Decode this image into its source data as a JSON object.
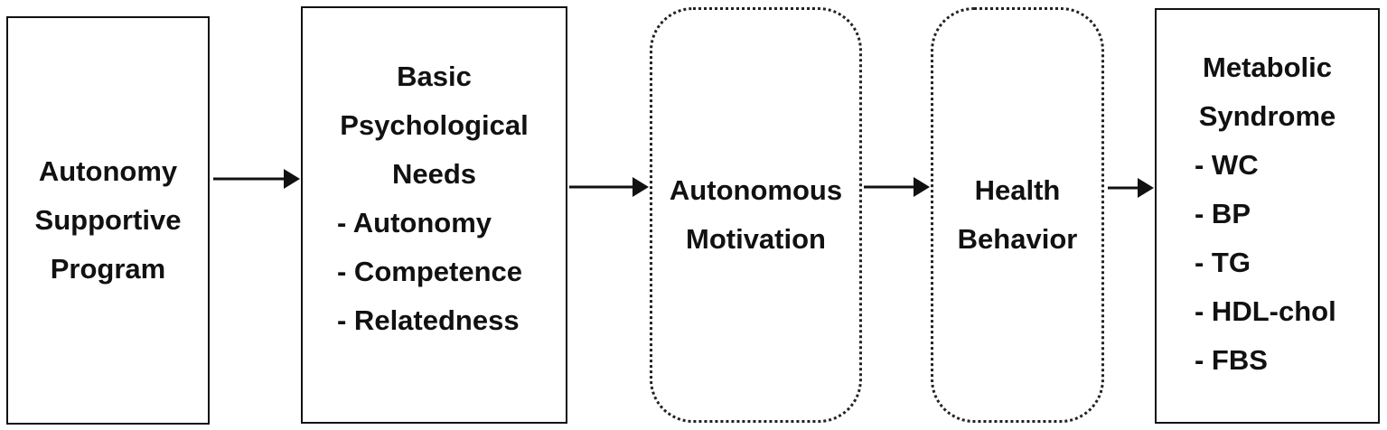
{
  "nodes": [
    {
      "id": "autonomy-supportive-program",
      "lines": [
        "Autonomy",
        "Supportive",
        "Program"
      ],
      "items": []
    },
    {
      "id": "basic-psychological-needs",
      "lines": [
        "Basic",
        "Psychological",
        "Needs"
      ],
      "items": [
        "-  Autonomy",
        "-  Competence",
        "-  Relatedness"
      ]
    },
    {
      "id": "autonomous-motivation",
      "lines": [
        "Autonomous",
        "Motivation"
      ],
      "items": []
    },
    {
      "id": "health-behavior",
      "lines": [
        "Health",
        "Behavior"
      ],
      "items": []
    },
    {
      "id": "metabolic-syndrome",
      "lines": [
        "Metabolic",
        "Syndrome"
      ],
      "items": [
        "-  WC",
        "-  BP",
        "-  TG",
        "-  HDL-chol",
        "-  FBS"
      ]
    }
  ],
  "edges": [
    {
      "from": "autonomy-supportive-program",
      "to": "basic-psychological-needs"
    },
    {
      "from": "basic-psychological-needs",
      "to": "autonomous-motivation"
    },
    {
      "from": "autonomous-motivation",
      "to": "health-behavior"
    },
    {
      "from": "health-behavior",
      "to": "metabolic-syndrome"
    }
  ],
  "colors": {
    "stroke": "#111111",
    "background": "#ffffff"
  }
}
